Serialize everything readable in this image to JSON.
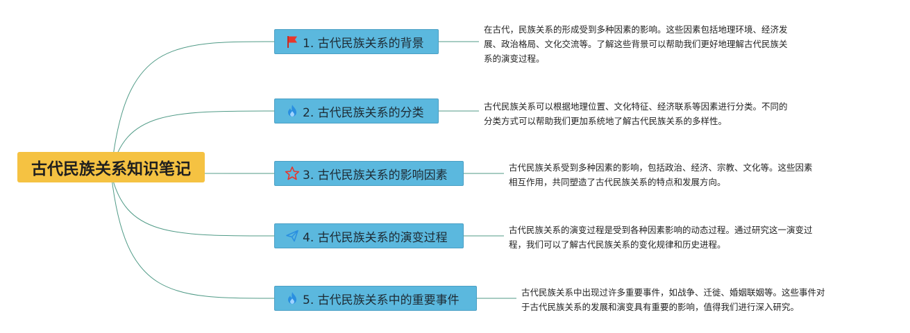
{
  "root": {
    "title": "古代民族关系知识笔记"
  },
  "colors": {
    "root_fill": "#f5c242",
    "branch_fill": "#5bb8de",
    "branch_border": "#4a9fc4",
    "connector": "#4f9a86",
    "flag": "#e8362c",
    "star": "#e8362c",
    "fire": "#2a8fe0",
    "send": "#2a8fe0"
  },
  "branches": [
    {
      "label": "1. 古代民族关系的背景",
      "icon": "flag-icon",
      "note": [
        "在古代，民族关系的形成受到多种因素的影响。这些因素包括地理环境、经济发",
        "展、政治格局、文化交流等。了解这些背景可以帮助我们更好地理解古代民族关",
        "系的演变过程。"
      ]
    },
    {
      "label": "2. 古代民族关系的分类",
      "icon": "fire-icon",
      "note": [
        "古代民族关系可以根据地理位置、文化特征、经济联系等因素进行分类。不同的",
        "分类方式可以帮助我们更加系统地了解古代民族关系的多样性。"
      ]
    },
    {
      "label": "3. 古代民族关系的影响因素",
      "icon": "star-icon",
      "note": [
        "古代民族关系受到多种因素的影响，包括政治、经济、宗教、文化等。这些因素",
        "相互作用，共同塑造了古代民族关系的特点和发展方向。"
      ]
    },
    {
      "label": "4. 古代民族关系的演变过程",
      "icon": "send-icon",
      "note": [
        "古代民族关系的演变过程是受到各种因素影响的动态过程。通过研究这一演变过",
        "程，我们可以了解古代民族关系的变化规律和历史进程。"
      ]
    },
    {
      "label": "5. 古代民族关系中的重要事件",
      "icon": "fire-icon",
      "note": [
        "古代民族关系中出现过许多重要事件，如战争、迁徙、婚姻联姻等。这些事件对",
        "于古代民族关系的发展和演变具有重要的影响，值得我们进行深入研究。"
      ]
    }
  ]
}
